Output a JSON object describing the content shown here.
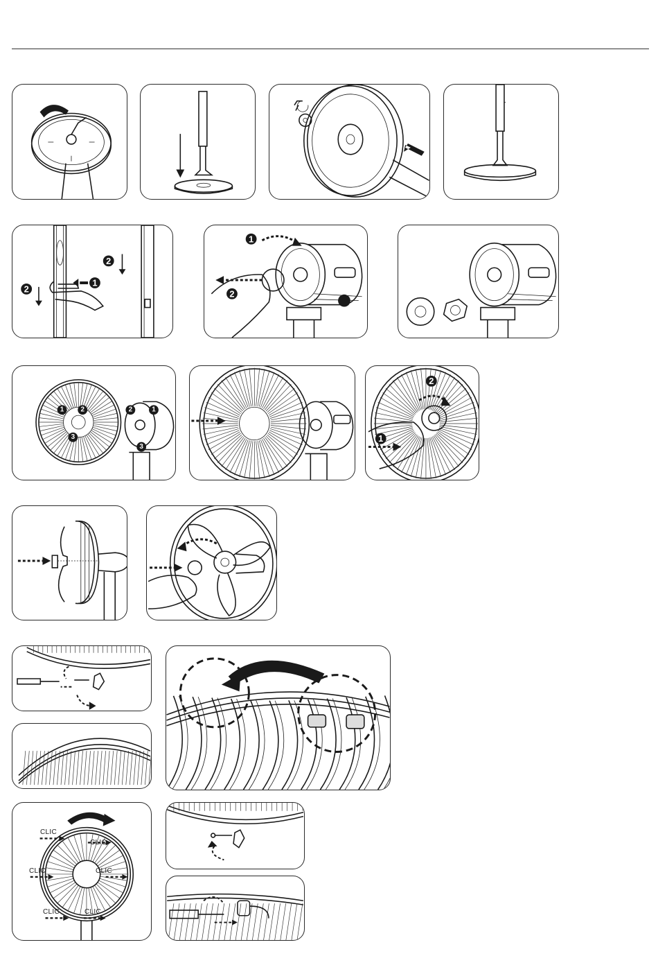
{
  "steps": {
    "numbers": [
      "1",
      "2",
      "3"
    ]
  },
  "labels": {
    "clic": "CLIC"
  }
}
